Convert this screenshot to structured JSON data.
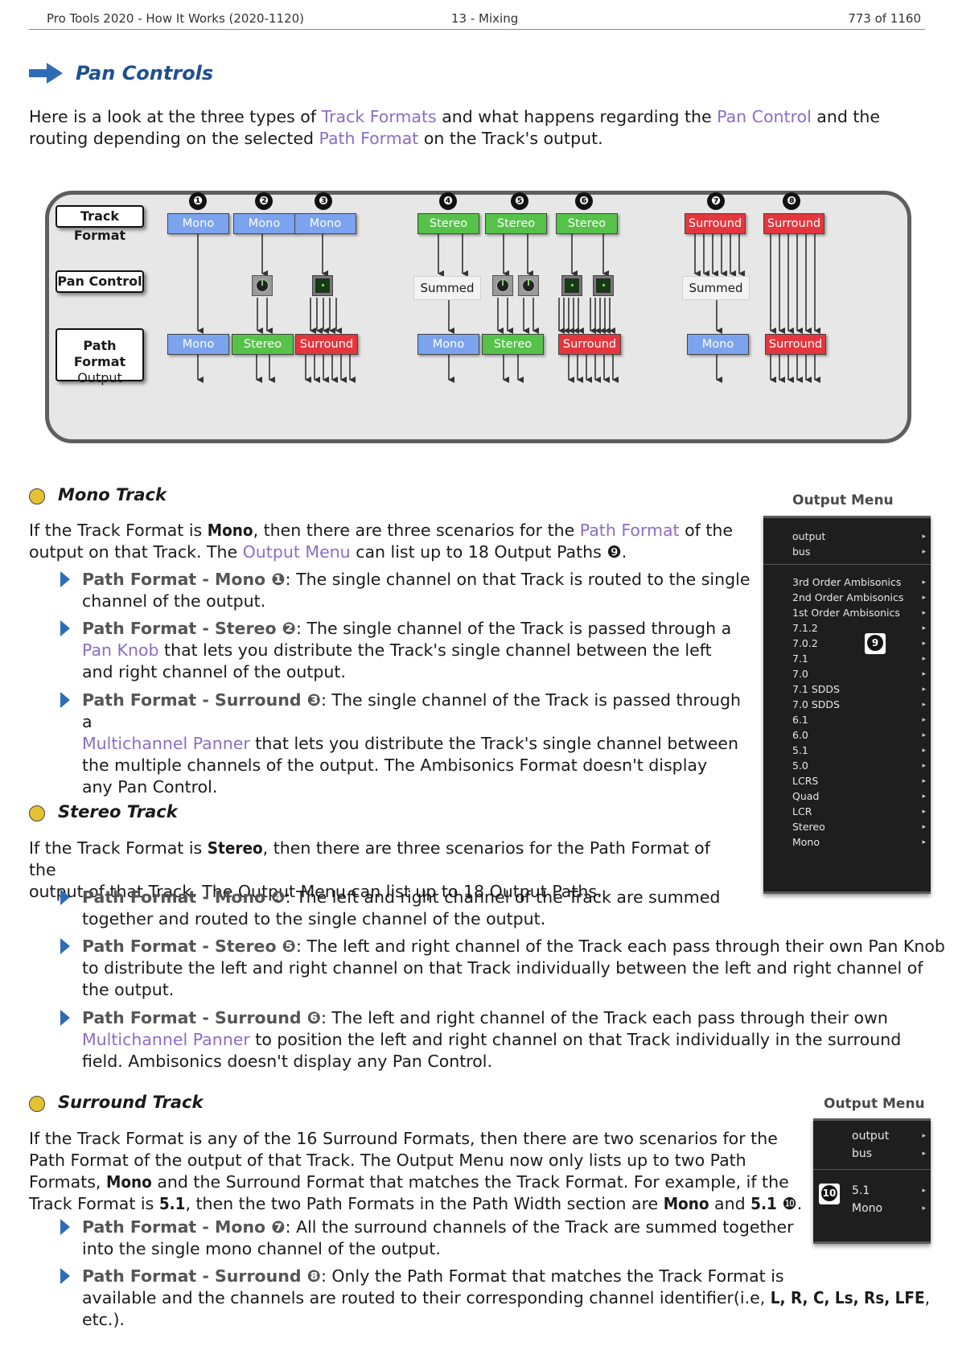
{
  "header": {
    "title": "Pro Tools 2020 - How It Works (2020-1120)",
    "chapter": "13 - Mixing",
    "page": "773 of  1160"
  },
  "heading": "Pan Controls",
  "intro": {
    "t1": "Here is a look at the three types of ",
    "l1": "Track Formats",
    "t2": " and what happens regarding the ",
    "l2": "Pan Control",
    "t3": " and the routing depending on the selected ",
    "l3": "Path Format",
    "t4": " on the Track's output."
  },
  "diagram": {
    "row_labels": {
      "track_format": "Track Format",
      "pan_control": "Pan Control",
      "path_format": "Path Format",
      "output": "Output"
    },
    "numbers": [
      "❶",
      "❷",
      "❸",
      "❹",
      "❺",
      "❻",
      "❼",
      "❽"
    ],
    "summed": "Summed",
    "formats": {
      "mono": "Mono",
      "stereo": "Stereo",
      "surround": "Surround"
    }
  },
  "mono_section": {
    "title": "Mono Track",
    "para": {
      "t1": "If the Track Format is ",
      "b1": "Mono",
      "t2": ", then there are three scenarios for the ",
      "l1": "Path Format",
      "t3": " of the",
      "t4": "output on that Track. The ",
      "l2": "Output Menu",
      "t5": " can list up to 18 Output Paths ❾."
    },
    "bullets": [
      {
        "bold": "Path Format - Mono ❶",
        "l1": ": The single channel on that Track is routed to the single",
        "l2": "channel of the output."
      },
      {
        "bold": "Path Format - Stereo ❷",
        "l1": ": The single channel of the Track is passed through a",
        "link": "Pan Knob",
        "l2": " that lets you distribute the Track's single channel between the left",
        "l3": "and right channel of the output."
      },
      {
        "bold": "Path Format - Surround ❸",
        "l1": ": The single channel of the Track is passed through a",
        "link": "Multichannel Panner",
        "l2": " that lets you distribute the Track's single channel between",
        "l3": "the multiple channels of the output. The Ambisonics  Format doesn't display",
        "l4": "any Pan Control."
      }
    ]
  },
  "stereo_section": {
    "title": "Stereo Track",
    "para": {
      "t1": "If the Track Format is ",
      "b1": "Stereo",
      "t2": ", then there are three scenarios for the Path Format of the",
      "t3": "output of that Track. The Output Menu can list up to 18 Output Paths."
    },
    "bullets": [
      {
        "bold": "Path Format - Mono ❹",
        "l1": ": The left and right channel of the Track are summed",
        "l2": "together and routed to the single channel of the output."
      },
      {
        "bold": "Path Format - Stereo ❺",
        "l1": ": The left and right channel of the Track each pass through their own Pan Knob",
        "l2": "to distribute the left and right channel on that Track individually between the left and right channel of",
        "l3": "the output."
      },
      {
        "bold": "Path Format - Surround ❻",
        "l1": ": The left and right channel of the Track each pass through their own",
        "link": "Multichannel Panner",
        "l2": " to position the left and right channel on that Track individually in the surround",
        "l3": "field. Ambisonics doesn't display any Pan Control."
      }
    ]
  },
  "surround_section": {
    "title": "Surround Track",
    "para": {
      "p1": "If the Track Format is any of the 16 Surround Formats, then there are two scenarios for the",
      "p2": "Path Format of the output of that Track. The Output Menu now only lists up to two Path",
      "p3a": "Formats, ",
      "p3b": "Mono",
      "p3c": " and the Surround Format that matches the Track Format. For example, if the",
      "p4a": "Track Format is ",
      "p4b": "5.1",
      "p4c": ", then the two Path Formats in the Path Width section are ",
      "p4d": "Mono",
      "p4e": " and ",
      "p4f": "5.1",
      "p4g": " ❿."
    },
    "bullets": [
      {
        "bold": "Path Format - Mono ❼",
        "l1": ": All the surround channels of the Track are summed together",
        "l2": "into the single mono channel of the output."
      },
      {
        "bold": "Path Format - Surround ❽",
        "l1": ": Only the Path Format that matches the Track Format is",
        "l2a": "available and the channels are routed to their corresponding channel identifier(i.e, ",
        "ids": "L, R, C, Ls, Rs, LFE",
        "l2b": ",",
        "l3": "etc.)."
      }
    ]
  },
  "output_menu_1": {
    "title": "Output Menu",
    "top_items": [
      "output",
      "bus"
    ],
    "items": [
      "3rd Order Ambisonics",
      "2nd Order Ambisonics",
      "1st Order Ambisonics",
      "7.1.2",
      "7.0.2",
      "7.1",
      "7.0",
      "7.1 SDDS",
      "7.0 SDDS",
      "6.1",
      "6.0",
      "5.1",
      "5.0",
      "LCRS",
      "Quad",
      "LCR",
      "Stereo",
      "Mono"
    ],
    "badge": "9",
    "arrow": "▸"
  },
  "output_menu_2": {
    "title": "Output Menu",
    "top_items": [
      "output",
      "bus"
    ],
    "items": [
      "5.1",
      "Mono"
    ],
    "badge": "10",
    "arrow": "▸"
  },
  "colors": {
    "mono": "#7ca3ee",
    "stereo": "#56c24a",
    "surround": "#e5363d",
    "link": "#8b6dc6",
    "heading": "#1f4f8f",
    "bullet": "#2e6db5"
  }
}
